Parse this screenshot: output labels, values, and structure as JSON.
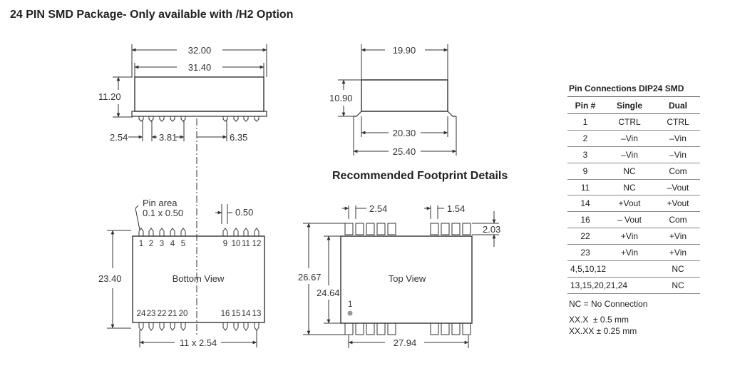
{
  "title": "24 PIN SMD Package- Only available with /H2 Option",
  "side_view": {
    "dim_width_outer": "32.00",
    "dim_width_inner": "31.40",
    "dim_height": "11.20",
    "dim_pitch": "2.54",
    "dim_mid": "3.81",
    "dim_right": "6.35"
  },
  "end_view": {
    "dim_top": "19.90",
    "dim_height": "10.90",
    "dim_mid": "20.30",
    "dim_bottom": "25.40"
  },
  "bottom_view": {
    "pin_area_label": "Pin area",
    "pin_area_value": "0.1 x 0.50",
    "dim_pin_width": "0.50",
    "dim_height": "23.40",
    "label": "Bottom View",
    "top_pins": [
      "1",
      "2",
      "3",
      "4",
      "5",
      "9",
      "10",
      "11",
      "12"
    ],
    "bottom_pins": [
      "24",
      "23",
      "22",
      "21",
      "20",
      "16",
      "15",
      "14",
      "13"
    ],
    "dim_span": "11 x 2.54"
  },
  "footprint": {
    "heading": "Recommended Footprint Details",
    "dim_pitch_left": "2.54",
    "dim_pitch_right": "1.54",
    "dim_pad_height": "2.03",
    "dim_outer_height": "26.67",
    "dim_inner_height": "24.64",
    "label": "Top View",
    "pin1_marker": "1",
    "dim_span": "27.94"
  },
  "pin_table": {
    "title": "Pin Connections DIP24 SMD",
    "headers": [
      "Pin #",
      "Single",
      "Dual"
    ],
    "rows": [
      [
        "1",
        "CTRL",
        "CTRL"
      ],
      [
        "2",
        "–Vin",
        "–Vin"
      ],
      [
        "3",
        "–Vin",
        "–Vin"
      ],
      [
        "9",
        "NC",
        "Com"
      ],
      [
        "11",
        "NC",
        "–Vout"
      ],
      [
        "14",
        "+Vout",
        "+Vout"
      ],
      [
        "16",
        "– Vout",
        "Com"
      ],
      [
        "22",
        "+Vin",
        "+Vin"
      ],
      [
        "23",
        "+Vin",
        "+Vin"
      ],
      [
        "4,5,10,12",
        "",
        "NC"
      ],
      [
        "13,15,20,21,24",
        "",
        "NC"
      ]
    ],
    "note": "NC = No Connection",
    "tolerance_1": "XX.X  ± 0.5 mm",
    "tolerance_2": "XX.XX ± 0.25 mm"
  }
}
